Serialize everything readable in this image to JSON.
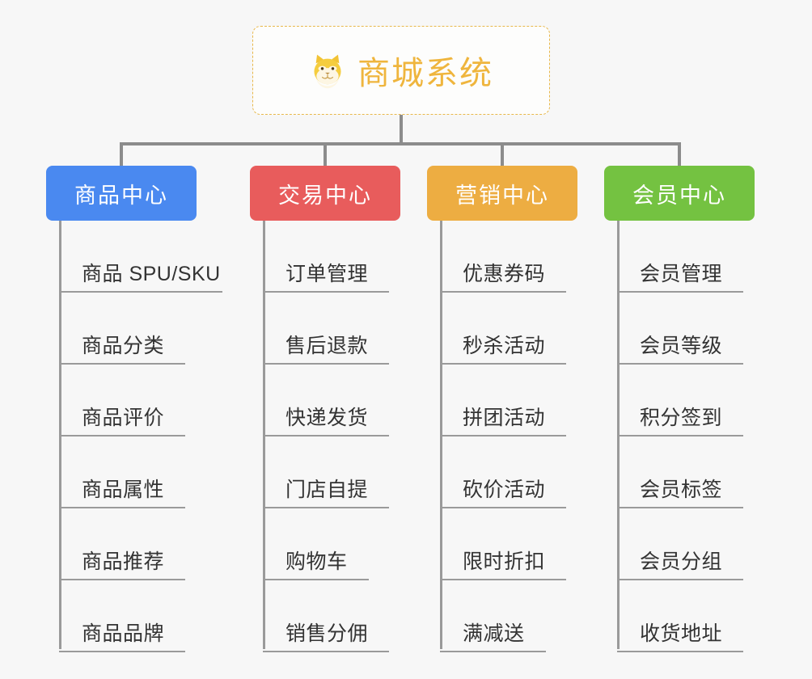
{
  "root": {
    "title": "商城系统",
    "icon": "shiba-dog-face-icon",
    "border_color": "#e8b84b",
    "text_color": "#efb53d"
  },
  "connector": {
    "color": "#8c8c8c"
  },
  "branches": [
    {
      "id": "product-center",
      "label": "商品中心",
      "color": "#4a89f0",
      "items": [
        "商品 SPU/SKU",
        "商品分类",
        "商品评价",
        "商品属性",
        "商品推荐",
        "商品品牌"
      ]
    },
    {
      "id": "trade-center",
      "label": "交易中心",
      "color": "#e85c5c",
      "items": [
        "订单管理",
        "售后退款",
        "快递发货",
        "门店自提",
        "购物车",
        "销售分佣"
      ]
    },
    {
      "id": "marketing-center",
      "label": "营销中心",
      "color": "#edad42",
      "items": [
        "优惠券码",
        "秒杀活动",
        "拼团活动",
        "砍价活动",
        "限时折扣",
        "满减送"
      ]
    },
    {
      "id": "member-center",
      "label": "会员中心",
      "color": "#74c241",
      "items": [
        "会员管理",
        "会员等级",
        "积分签到",
        "会员标签",
        "会员分组",
        "收货地址"
      ]
    }
  ]
}
